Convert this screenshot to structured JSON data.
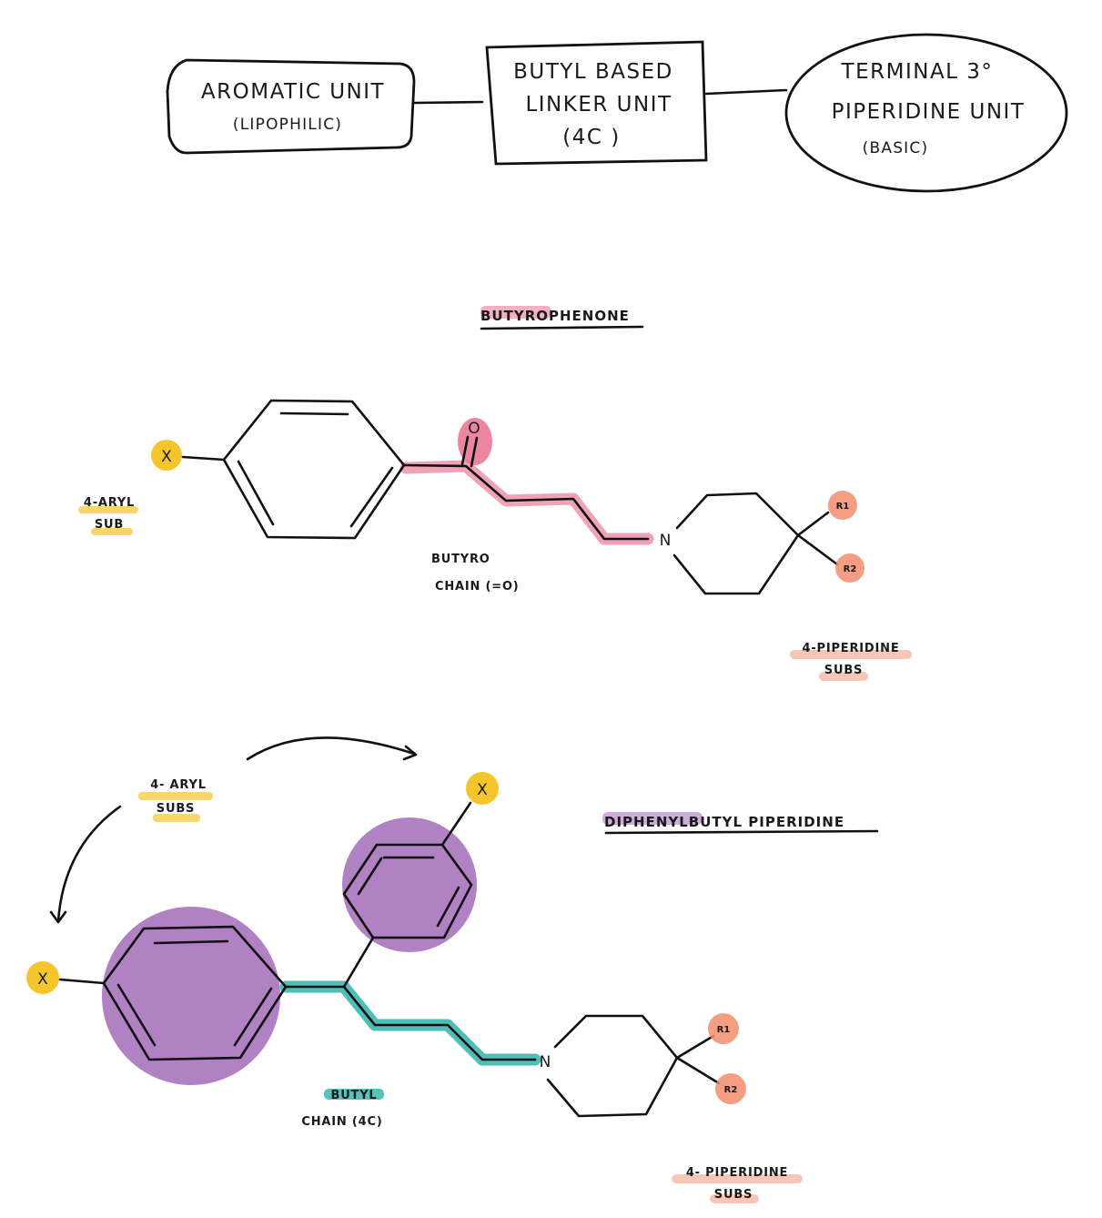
{
  "pharmacophore": {
    "aromatic_unit": {
      "line1": "AROMATIC UNIT",
      "line2": "(LIPOPHILIC)"
    },
    "linker_unit": {
      "line1": "BUTYL BASED",
      "line2": "LINKER UNIT",
      "line3": "(4C )"
    },
    "piperidine_unit": {
      "line1": "TERMINAL 3°",
      "line2": "PIPERIDINE UNIT",
      "line3": "(BASIC)"
    }
  },
  "butyrophenone": {
    "title": "BUTYROPHENONE",
    "substituent_x": "X",
    "oxygen": "O",
    "nitrogen": "N",
    "r1": "R1",
    "r2": "R2",
    "aryl_label_line1": "4-ARYL",
    "aryl_label_line2": "SUB",
    "chain_label_line1": "BUTYRO",
    "chain_label_line2": "CHAIN (=O)",
    "pip_label_line1": "4-PIPERIDINE",
    "pip_label_line2": "SUBS"
  },
  "diphenylbutyl": {
    "title": "DIPHENYLBUTYL PIPERIDINE",
    "substituent_x_top": "X",
    "substituent_x_left": "X",
    "nitrogen": "N",
    "r1": "R1",
    "r2": "R2",
    "aryl_label_line1": "4- ARYL",
    "aryl_label_line2": "SUBS",
    "chain_label_line1": "BUTYL",
    "chain_label_line2": "CHAIN (4C)",
    "pip_label_line1": "4- PIPERIDINE",
    "pip_label_line2": "SUBS"
  },
  "colors": {
    "yellow": "#f5c52c",
    "pink": "#e8708f",
    "salmon": "#f28d6e",
    "purple": "#a26bb8",
    "teal": "#2fb3ad",
    "ink": "#111111"
  }
}
